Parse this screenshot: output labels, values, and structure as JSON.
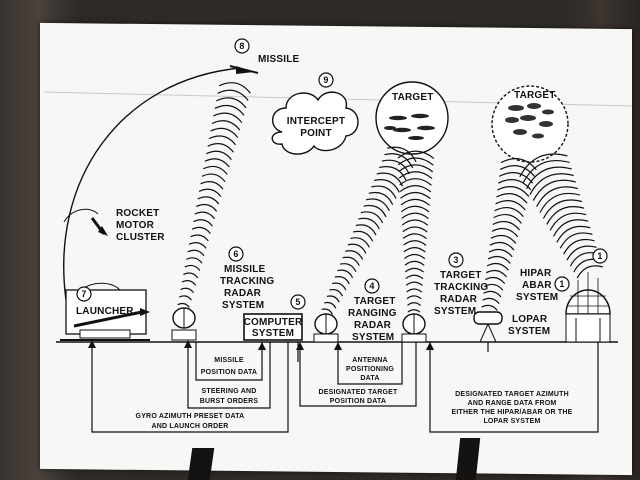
{
  "labels": {
    "missile": "MISSILE",
    "intercept_line1": "INTERCEPT",
    "intercept_line2": "POINT",
    "target_left": "TARGET",
    "target_right": "TARGET",
    "rocket_line1": "ROCKET",
    "rocket_line2": "MOTOR",
    "rocket_line3": "CLUSTER",
    "mtr_line1": "MISSILE",
    "mtr_line2": "TRACKING",
    "mtr_line3": "RADAR",
    "mtr_line4": "SYSTEM",
    "ttr_line1": "TARGET",
    "ttr_line2": "TRACKING",
    "ttr_line3": "RADAR",
    "ttr_line4": "SYSTEM",
    "hipar_line1": "HIPAR",
    "hipar_line2": "ABAR",
    "hipar_line3": "SYSTEM",
    "lopar_line1": "LOPAR",
    "lopar_line2": "SYSTEM",
    "launcher": "LAUNCHER",
    "computer_line1": "COMPUTER",
    "computer_line2": "SYSTEM",
    "trr_line1": "TARGET",
    "trr_line2": "RANGING",
    "trr_line3": "RADAR",
    "trr_line4": "SYSTEM",
    "missile_pos_line1": "MISSILE",
    "missile_pos_line2": "POSITION DATA",
    "antenna_line1": "ANTENNA",
    "antenna_line2": "POSITIONING",
    "antenna_line3": "DATA",
    "steering_line1": "STEERING AND",
    "steering_line2": "BURST ORDERS",
    "designated_line1": "DESIGNATED TARGET",
    "designated_line2": "POSITION DATA",
    "gyro_line1": "GYRO AZIMUTH PRESET DATA",
    "gyro_line2": "AND LAUNCH ORDER",
    "azimuth_line1": "DESIGNATED TARGET AZIMUTH",
    "azimuth_line2": "AND RANGE DATA FROM",
    "azimuth_line3": "EITHER THE HIPAR/ABAR OR THE",
    "azimuth_line4": "LOPAR SYSTEM"
  },
  "numbers": {
    "n1a": "1",
    "n1b": "1",
    "n3": "3",
    "n4": "4",
    "n5": "5",
    "n6": "6",
    "n7": "7",
    "n8": "8",
    "n9": "9"
  }
}
